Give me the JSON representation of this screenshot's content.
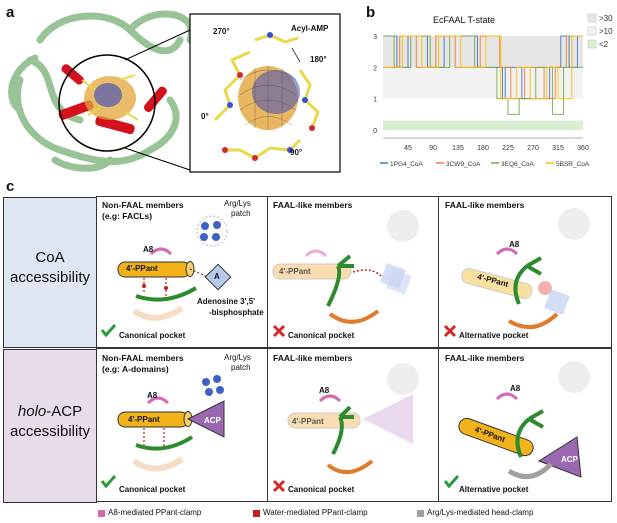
{
  "panel_a": {
    "letter": "a",
    "angle_270": "270°",
    "angle_180": "180°",
    "angle_0": "0°",
    "angle_90": "90°",
    "ligand": "Acyl-AMP",
    "colors": {
      "protein": "#86b984",
      "helix": "#d3121e",
      "mesh": "#e3a43a",
      "inner_mesh": "#4050b8",
      "sticks": "#e8d84a"
    }
  },
  "panel_b": {
    "letter": "b",
    "chart_data": {
      "type": "line",
      "title": "EcFAAL T-state",
      "x_ticks": [
        "45",
        "90",
        "135",
        "180",
        "225",
        "270",
        "315",
        "360"
      ],
      "y_ticks": [
        "0",
        "1",
        "2",
        "3"
      ],
      "ylim": [
        0,
        3
      ],
      "xlim": [
        0,
        360
      ],
      "bands": [
        {
          "label": ">30",
          "range": [
            2,
            3
          ],
          "color": "#e6e6e6"
        },
        {
          "label": ">10",
          "range": [
            1,
            2
          ],
          "color": "#f2f2f2"
        },
        {
          "label": "<2",
          "range": [
            0,
            0.3
          ],
          "color": "#d8efd2"
        }
      ],
      "series": [
        {
          "name": "1PG4_CoA",
          "color": "#4472c4",
          "x": [
            0,
            25,
            25,
            45,
            45,
            80,
            80,
            110,
            110,
            170,
            170,
            215,
            215,
            220,
            220,
            250,
            250,
            300,
            300,
            320,
            320,
            335,
            335,
            350,
            350,
            360
          ],
          "y": [
            3,
            3,
            2,
            2,
            3,
            3,
            2,
            2,
            3,
            3,
            2,
            2,
            1,
            1,
            2,
            2,
            1,
            1,
            2,
            2,
            3,
            3,
            2,
            2,
            3,
            3
          ]
        },
        {
          "name": "3CW9_CoA",
          "color": "#ed7d31",
          "x": [
            0,
            30,
            30,
            60,
            60,
            95,
            95,
            130,
            130,
            175,
            175,
            210,
            210,
            230,
            230,
            255,
            255,
            290,
            290,
            310,
            310,
            330,
            330,
            360
          ],
          "y": [
            2,
            2,
            3,
            3,
            2,
            2,
            3,
            3,
            2,
            2,
            3,
            3,
            2,
            2,
            1,
            1,
            2,
            2,
            1,
            1,
            2,
            2,
            3,
            3
          ]
        },
        {
          "name": "3EQ6_CoA",
          "color": "#70ad47",
          "x": [
            0,
            20,
            20,
            50,
            50,
            85,
            85,
            120,
            120,
            165,
            165,
            205,
            205,
            225,
            225,
            245,
            245,
            275,
            275,
            305,
            305,
            325,
            325,
            360
          ],
          "y": [
            3,
            3,
            2,
            2,
            3,
            3,
            2,
            2,
            3,
            3,
            2,
            2,
            1,
            1,
            0.5,
            0.5,
            1,
            1,
            2,
            2,
            0.5,
            0.5,
            2,
            2
          ]
        },
        {
          "name": "5BSR_CoA",
          "color": "#ffc000",
          "x": [
            0,
            35,
            35,
            70,
            70,
            100,
            100,
            140,
            140,
            185,
            185,
            212,
            212,
            240,
            240,
            265,
            265,
            295,
            295,
            315,
            315,
            340,
            340,
            360
          ],
          "y": [
            2,
            2,
            3,
            3,
            2,
            2,
            3,
            3,
            2,
            2,
            3,
            3,
            1,
            1,
            2,
            2,
            1,
            1,
            2,
            2,
            1,
            1,
            3,
            3
          ]
        }
      ]
    }
  },
  "panel_c": {
    "letter": "c",
    "rows": [
      {
        "label_line1": "CoA",
        "label_line2": "accessibility",
        "italic_prefix": "",
        "bg": "#dfe6f2"
      },
      {
        "label_line1": "-ACP",
        "label_line2": "accessibility",
        "italic_prefix": "holo",
        "bg": "#e6dcea"
      }
    ],
    "cells": {
      "r1c1": {
        "title1": "Non-FAAL members",
        "title2": "(e.g: FACLs)",
        "patch1": "Arg/Lys",
        "patch2": "patch",
        "a8": "A8",
        "ppant": "4'-PPant",
        "a_box": "A",
        "adenosine1": "Adenosine 3',5'",
        "adenosine2": "-bisphosphate",
        "caption": "Canonical pocket",
        "mark": "check"
      },
      "r1c2": {
        "title": "FAAL-like members",
        "ppant": "4'-PPant",
        "caption": "Canonical pocket",
        "mark": "cross"
      },
      "r1c3": {
        "title": "FAAL-like members",
        "a8": "A8",
        "ppant": "4'-PPant",
        "caption": "Alternative pocket",
        "mark": "cross"
      },
      "r2c1": {
        "title1": "Non-FAAL members",
        "title2": "(e.g: A-domains)",
        "patch1": "Arg/Lys",
        "patch2": "patch",
        "a8": "A8",
        "ppant": "4'-PPant",
        "acp": "ACP",
        "caption": "Canonical pocket",
        "mark": "check"
      },
      "r2c2": {
        "title": "FAAL-like members",
        "a8": "A8",
        "ppant": "4'-PPant",
        "caption": "Canonical pocket",
        "mark": "cross"
      },
      "r2c3": {
        "title": "FAAL-like members",
        "a8": "A8",
        "ppant": "4'-PPant",
        "acp": "ACP",
        "caption": "Alternative pocket",
        "mark": "check"
      }
    },
    "legend": [
      {
        "label": "A8-mediated PPant-clamp",
        "color": "#d46ab0"
      },
      {
        "label": "Water-mediated PPant-clamp",
        "color": "#c42020"
      },
      {
        "label": "Arg/Lys-mediated head-clamp",
        "color": "#a0a0a0"
      }
    ]
  }
}
